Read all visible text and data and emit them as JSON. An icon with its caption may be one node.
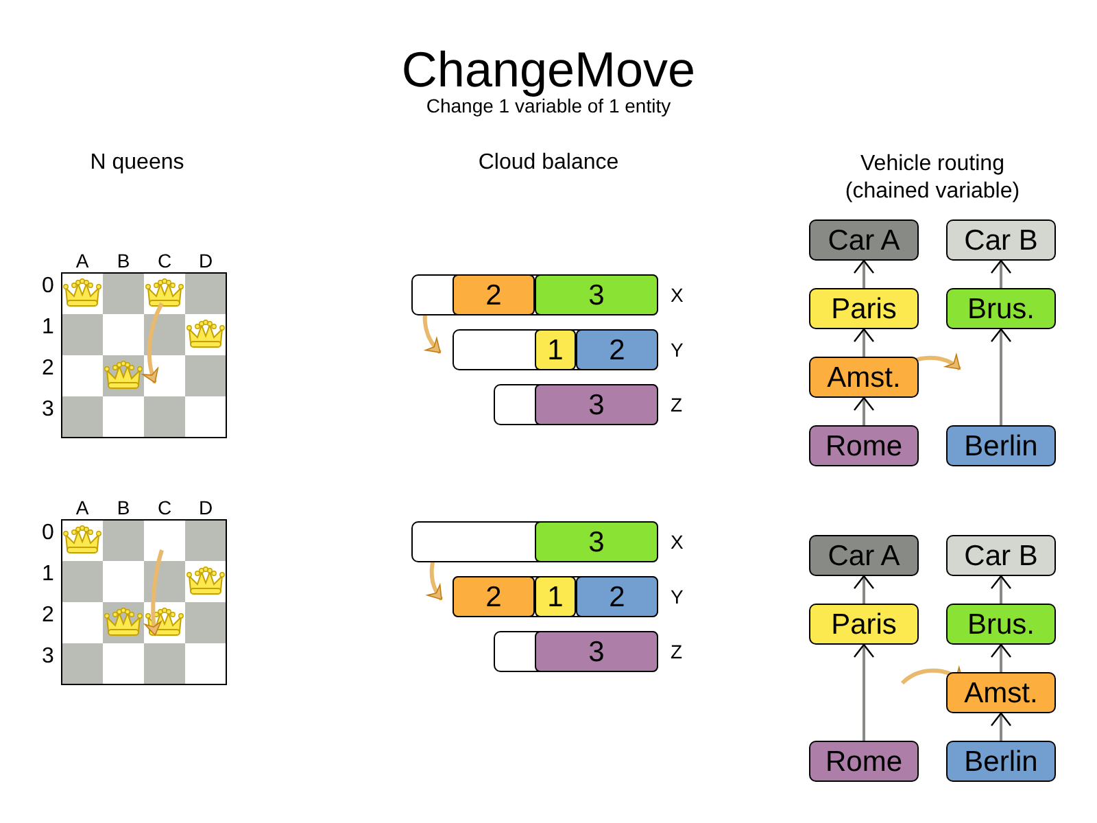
{
  "diagram": {
    "title": "ChangeMove",
    "nodes": [
      {
        "text": [],
        "shape": "bar",
        "beside": [
          "X"
        ]
      },
      {
        "text": [
          "2"
        ],
        "in": 0
      },
      {
        "text": [
          "3"
        ],
        "in": 0
      },
      {
        "text": [],
        "shape": "bar",
        "beside": [
          "Y"
        ]
      },
      {
        "text": [
          "1"
        ],
        "in": 3
      },
      {
        "text": [
          "2"
        ],
        "in": 3
      },
      {
        "text": [],
        "shape": "bar",
        "beside": [
          "Z"
        ]
      },
      {
        "text": [
          "3"
        ],
        "in": 6
      },
      {
        "text": [
          "Car A"
        ]
      },
      {
        "text": [
          "Car B"
        ]
      },
      {
        "text": [
          "Paris"
        ]
      },
      {
        "text": [
          "Brus."
        ]
      },
      {
        "text": [
          "Amst."
        ]
      },
      {
        "text": [
          "Rome"
        ]
      },
      {
        "text": [
          "Berlin"
        ]
      },
      {
        "text": [],
        "shape": "bar",
        "beside": [
          "X"
        ]
      },
      {
        "text": [
          "3"
        ],
        "in": 15
      },
      {
        "text": [],
        "shape": "bar",
        "beside": [
          "Y"
        ]
      },
      {
        "text": [
          "2"
        ],
        "in": 17
      },
      {
        "text": [
          "1"
        ],
        "in": 17
      },
      {
        "text": [
          "2"
        ],
        "in": 17
      },
      {
        "text": [],
        "shape": "bar",
        "beside": [
          "Z"
        ]
      },
      {
        "text": [
          "3"
        ],
        "in": 21
      },
      {
        "text": [
          "Car A"
        ]
      },
      {
        "text": [
          "Car B"
        ]
      },
      {
        "text": [
          "Paris"
        ]
      },
      {
        "text": [
          "Brus."
        ]
      },
      {
        "text": [
          "Amst."
        ]
      },
      {
        "text": [
          "Rome"
        ]
      },
      {
        "text": [
          "Berlin"
        ]
      }
    ],
    "edges": [
      {
        "from": 10,
        "to": 8,
        "arrow": "to"
      },
      {
        "from": 12,
        "to": 10,
        "arrow": "to"
      },
      {
        "from": 13,
        "to": 12,
        "arrow": "to"
      },
      {
        "from": 11,
        "to": 9,
        "arrow": "to"
      },
      {
        "from": 14,
        "to": 11,
        "arrow": "to"
      },
      {
        "from": 25,
        "to": 23,
        "arrow": "to"
      },
      {
        "from": 28,
        "to": 25,
        "arrow": "to"
      },
      {
        "from": 26,
        "to": 24,
        "arrow": "to"
      },
      {
        "from": 27,
        "to": 26,
        "arrow": "to"
      },
      {
        "from": 29,
        "to": 27,
        "arrow": "to"
      }
    ],
    "labels": [
      "Change 1 variable of 1 entity",
      "N queens",
      "Cloud balance",
      "Vehicle routing (chained variable)",
      "A",
      "B",
      "C",
      "D",
      "0",
      "1",
      "2",
      "3",
      "A",
      "B",
      "C",
      "D",
      "0",
      "1",
      "2",
      "3"
    ]
  }
}
